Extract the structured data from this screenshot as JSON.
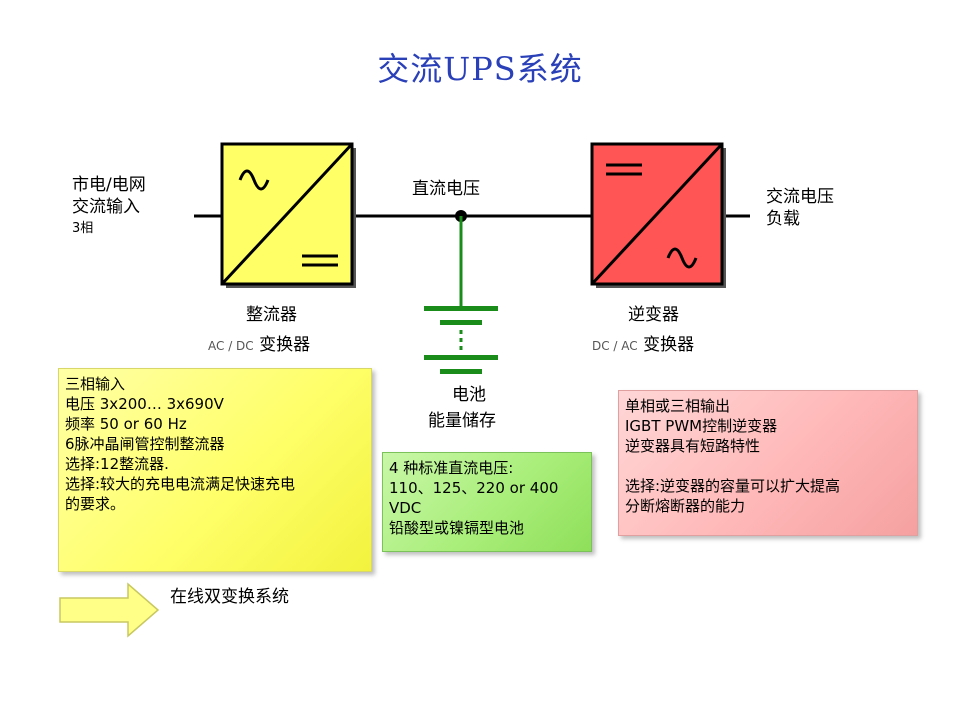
{
  "title": "交流UPS系统",
  "input_label": [
    "市电/电网",
    "交流输入"
  ],
  "input_phase": "3相",
  "dc_label": "直流电压",
  "output_label": [
    "交流电压",
    "负载"
  ],
  "rectifier": {
    "name": "整流器",
    "type_small": "AC / DC",
    "type_suffix": "变换器",
    "color": "#ffff66"
  },
  "inverter": {
    "name": "逆变器",
    "type_small": "DC / AC",
    "type_suffix": "变换器",
    "color": "#ff5555"
  },
  "battery": {
    "line1": "电池",
    "line2": "能量储存",
    "color": "#1a8c1a"
  },
  "rectifier_notes": [
    "三相输入",
    "电压 3x200… 3x690V",
    "频率 50 or 60 Hz",
    "6脉冲晶闸管控制整流器",
    "选择:12整流器.",
    "选择:较大的充电电流满足快速充电",
    "的要求。"
  ],
  "battery_notes": [
    "4 种标准直流电压:",
    "110、125、220 or 400",
    "VDC",
    "铅酸型或镍镉型电池"
  ],
  "inverter_notes_a": [
    "单相或三相输出",
    "IGBT PWM控制逆变器",
    "逆变器具有短路特性"
  ],
  "inverter_notes_b": [
    "选择:逆变器的容量可以扩大提高",
    "分断熔断器的能力"
  ],
  "arrow_label": "在线双变换系统"
}
